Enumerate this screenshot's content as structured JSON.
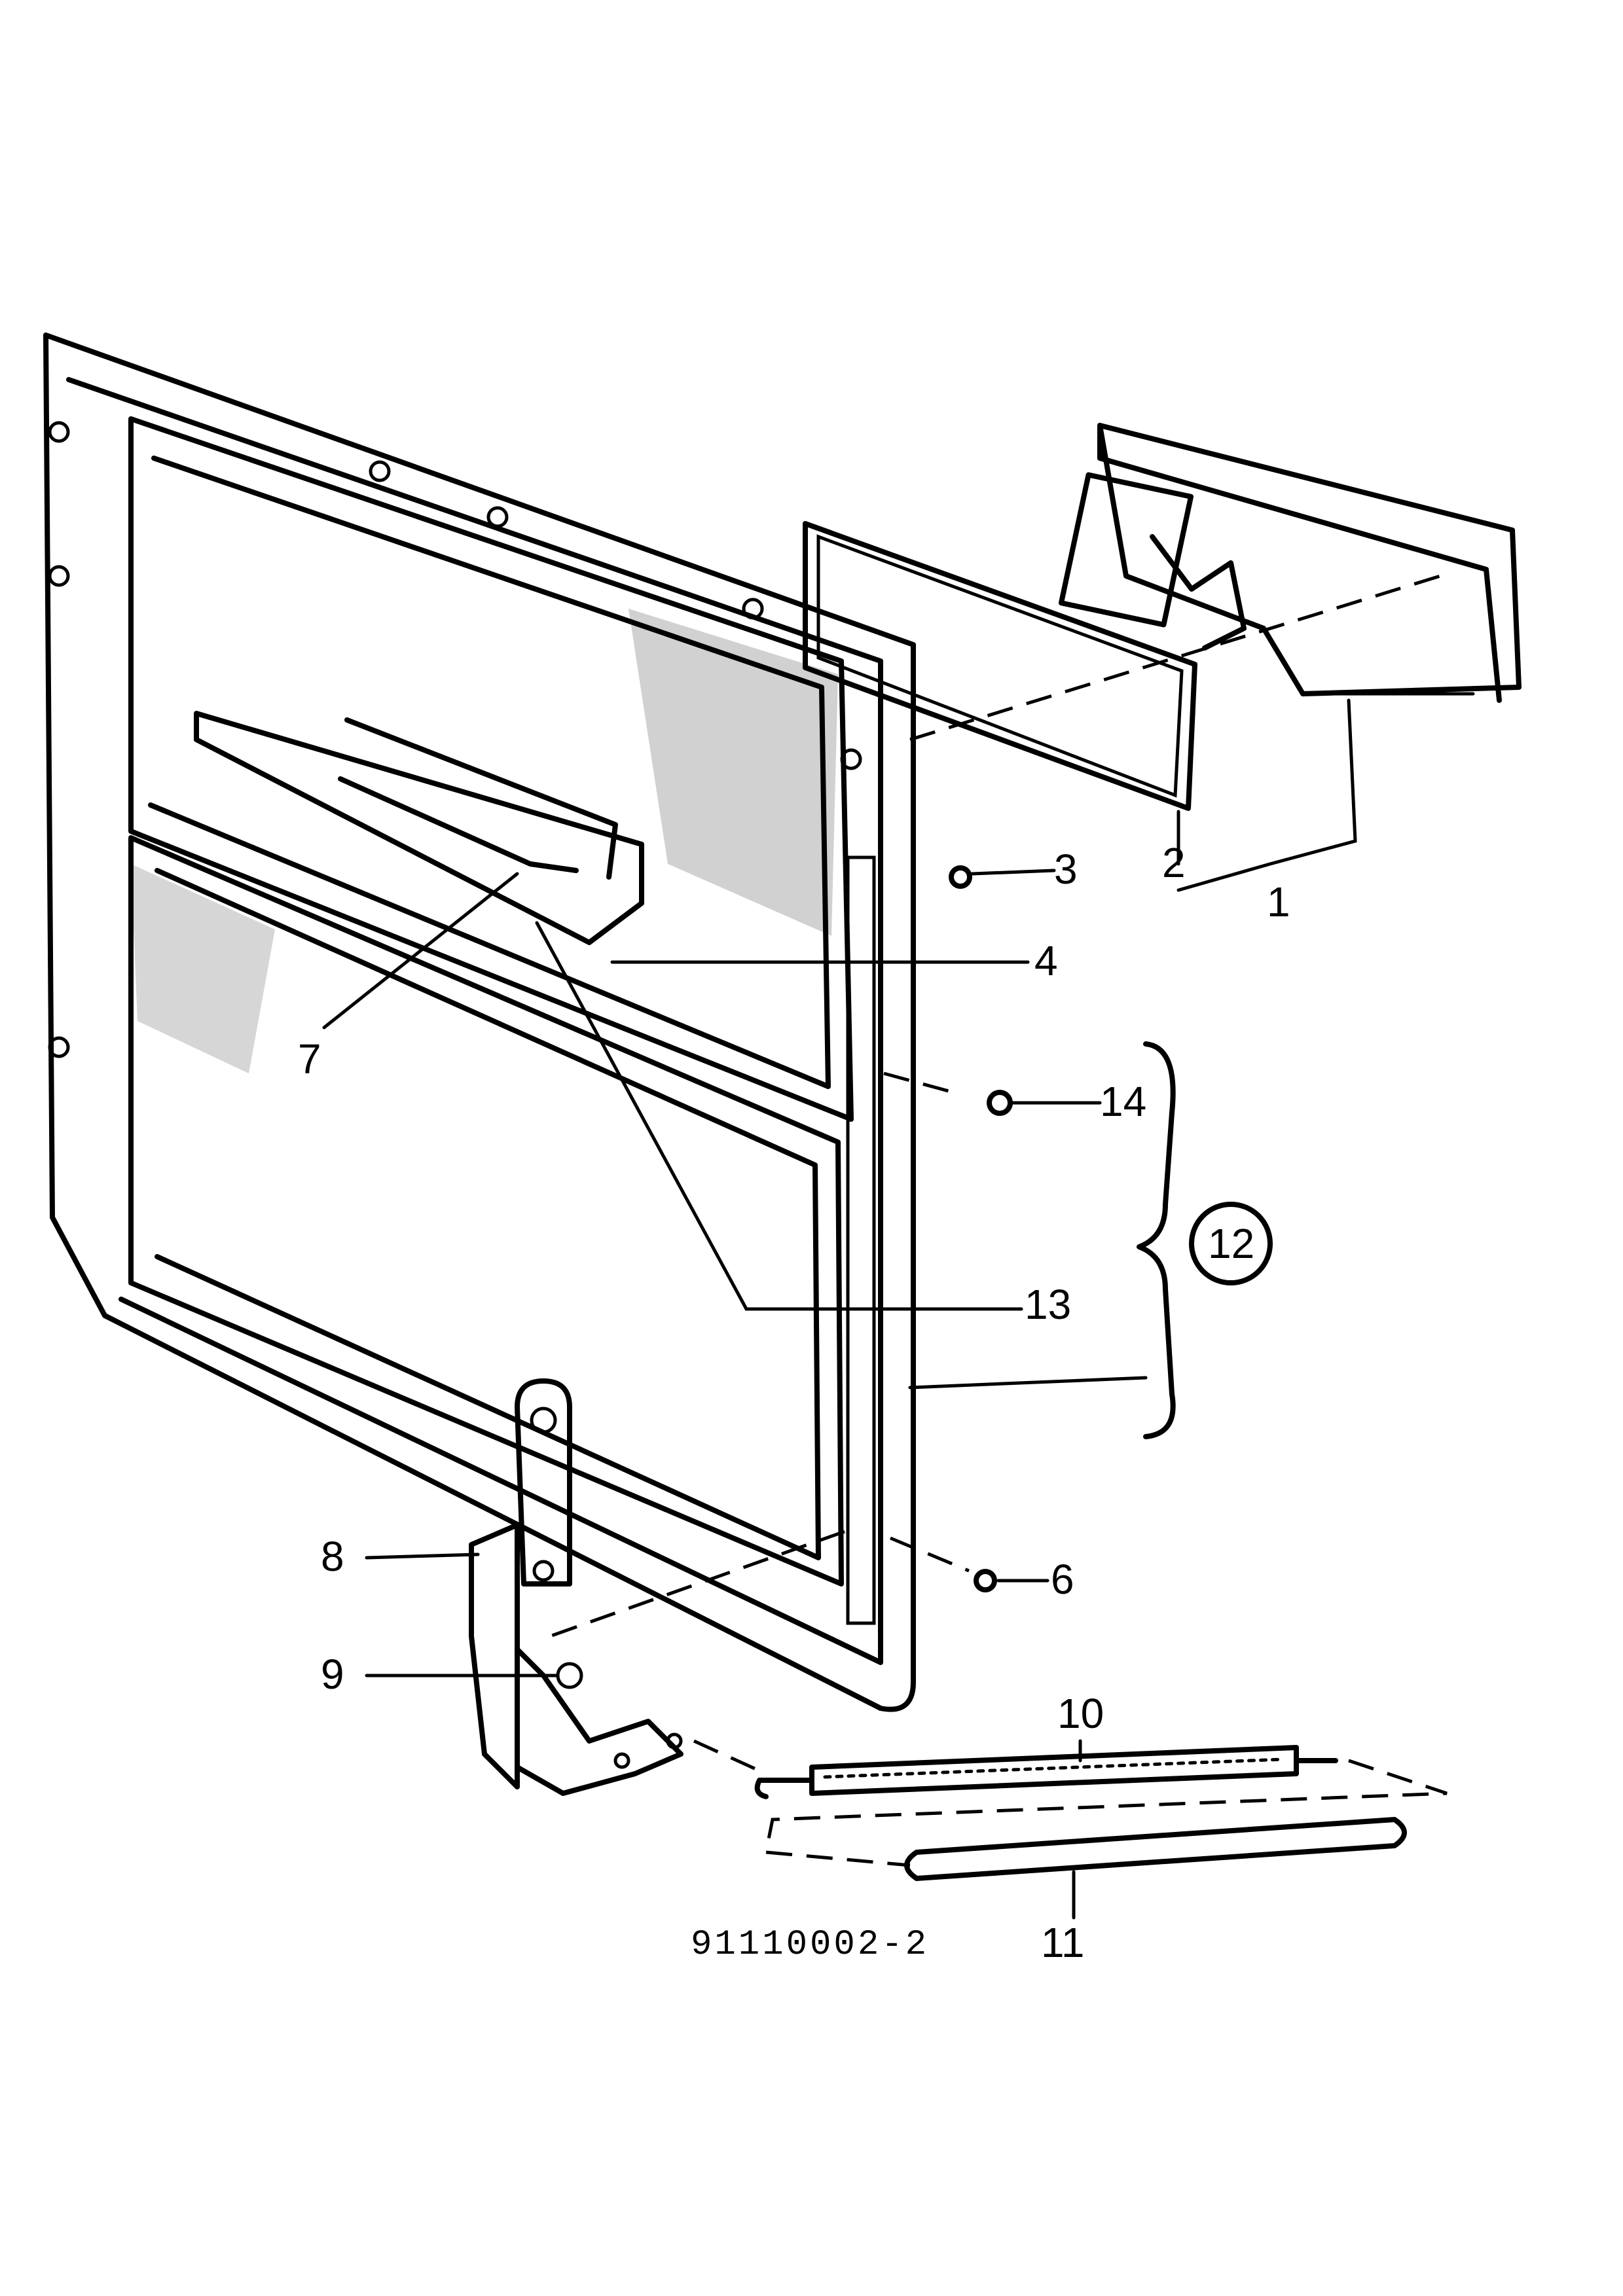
{
  "callouts": {
    "c1": "1",
    "c2": "2",
    "c3": "3",
    "c4": "4",
    "c6": "6",
    "c7": "7",
    "c8": "8",
    "c9": "9",
    "c10": "10",
    "c11": "11",
    "c12": "12",
    "c13": "13",
    "c14": "14"
  },
  "drawing_code": "91110002-2"
}
